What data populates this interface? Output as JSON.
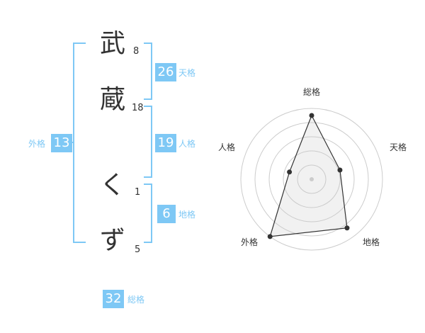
{
  "name": {
    "chars": [
      "武",
      "蔵",
      "く",
      "ず"
    ],
    "strokes": [
      "8",
      "18",
      "1",
      "5"
    ]
  },
  "kaku": {
    "ten": {
      "value": "26",
      "label": "天格"
    },
    "jin": {
      "value": "19",
      "label": "人格"
    },
    "chi": {
      "value": "6",
      "label": "地格"
    },
    "gai": {
      "value": "13",
      "label": "外格"
    },
    "total": {
      "value": "32",
      "label": "総格"
    }
  },
  "colors": {
    "accent": "#7ec8f5",
    "text": "#333333",
    "grid": "#cccccc"
  },
  "chart_data": {
    "type": "radar",
    "axes": [
      "総格",
      "天格",
      "地格",
      "外格",
      "人格"
    ],
    "values": [
      0.9,
      0.42,
      0.85,
      1.0,
      0.33
    ],
    "rings": 5
  }
}
